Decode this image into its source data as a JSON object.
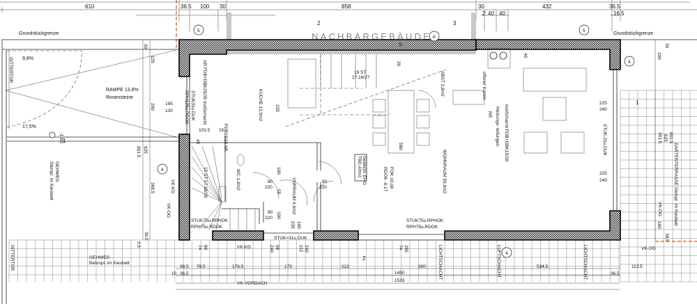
{
  "plan": {
    "neighbor_building": "NACHBARGEBÄUDE",
    "property_line_left": "Grundstückgrenze",
    "property_line_right": "Grundstückgrenze",
    "ramp_slope_top": "9,8%",
    "ramp_slope_bottom": "17,5%",
    "ramp_title": "RAMPE 13,8%",
    "ramp_material": "Rosensteine",
    "gate_top": "GITTERTOR",
    "gate_bottom": "GITTERTOR",
    "level_ramp": "-1.60",
    "sidewalk_left_title": "GEHWEG",
    "sidewalk_left_material": "Steinpl. im Kiesbett",
    "sidewalk_bottom_title": "GEHWEG",
    "sidewalk_bottom_material": "Betonpl. im Kiesbett",
    "terrace": "GARTENTERRASSE Steinpl. im Kiesbett",
    "kitchen": "KÜCHE 13,9m2",
    "shaft_note": "AR FDB+DBK25/35 InstSchacht",
    "wall_note_left": "STUK31u.DUK",
    "wall_note_left2": "RPH125u.RDOK",
    "fdb_note": "FDB15/15 AR",
    "stairs_top": "19 ST",
    "stairs_top_ratio": "17,16/27",
    "storage": "ABST 2,8m2",
    "fireplace": "offener Kamin",
    "rr": "RR",
    "heating": "Heizungs- leitungen",
    "inst_shaft": "InstSchacht FDB+DBK15/20",
    "living": "WOHNRAUM 59,6m2",
    "wc": "WC 1,8m2",
    "vestibule": "VORRAUM 4,6m2",
    "stairs_bottom": "15 ST 17,68/28",
    "stuk_left_1": "STUK75u.RPHOK",
    "stuk_left_2": "RPH75u.RDOK",
    "stuk_right_1": "STUK75u.RPHOK",
    "stuk_right_2": "RPH75u.RDOK",
    "stuk_door": "STUK=31u.DUK",
    "stuk_right_wall": "STUK-31u.DUK",
    "fok": "FOK ±0,00",
    "rdok": "RDOK -0,17",
    "area_box_1": "Gedeckt: EHG",
    "area_box_2": "TBD,42m2",
    "vk_kg_bottom": "VK-KG",
    "vk_kg_left": "VK-KG",
    "vk_og_left": "VK-OG",
    "vk_og_right": "VK-OG",
    "vk_og_right_v": "VK-OG",
    "vk_vordach": "VK-VORDACH",
    "light_shaft_1": "LICHTSCHACHT",
    "air_shaft": "LUFTSCHACHT",
    "light_shaft_2": "LICHTSCHACHT",
    "axis_marks": [
      "5",
      "5",
      "6",
      "4",
      "4",
      "4"
    ],
    "section_marks": [
      "2",
      "3",
      "1",
      "1",
      "2"
    ]
  },
  "dimensions": {
    "top": [
      "610",
      "36.5",
      "100",
      "30",
      "858",
      "30",
      "2",
      "40",
      "40",
      "432",
      "36.5",
      "16.5"
    ],
    "left": [
      "30",
      "125",
      "195",
      "130",
      "200",
      "691.5",
      "625",
      "368.5",
      "36.5",
      "3.5"
    ],
    "interior": [
      "335",
      "103.5",
      "15",
      "45",
      "580",
      "225",
      "240",
      "225",
      "240",
      "80",
      "220",
      "80",
      "220",
      "80",
      "220",
      "100",
      "55",
      "100",
      "100",
      "235",
      "40",
      "45",
      "20"
    ],
    "bottom": [
      "38.5",
      "78.5",
      "176.5",
      "175",
      "222",
      "300",
      "534.5",
      "113.5",
      "1450",
      "1533",
      "36.5",
      "10",
      "36.5",
      "74",
      "80",
      "240",
      "58",
      "112",
      "240",
      "74",
      "265"
    ],
    "right": [
      "30",
      "100",
      "691.5",
      "625",
      "491.5",
      "100",
      "38.5"
    ]
  }
}
